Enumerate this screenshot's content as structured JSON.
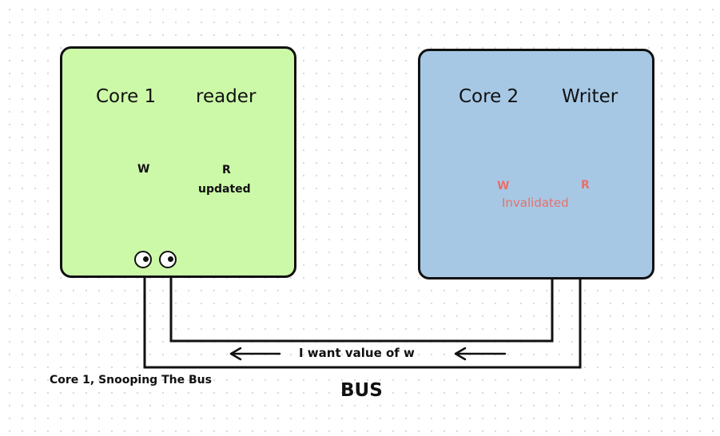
{
  "colors": {
    "core1_fill": "#ccf9a8",
    "core2_fill": "#a6c8e5",
    "invalid_red": "#e8706a",
    "stroke": "#111111"
  },
  "core1": {
    "title": "Core 1",
    "role": "reader",
    "slot_w": "W",
    "slot_r": "R",
    "status": "updated"
  },
  "core2": {
    "title": "Core 2",
    "role": "Writer",
    "slot_w": "W",
    "slot_r": "R",
    "status": "Invalidated"
  },
  "bus": {
    "message": "I want value of w",
    "label": "BUS"
  },
  "snoop_caption": "Core 1, Snooping The Bus"
}
